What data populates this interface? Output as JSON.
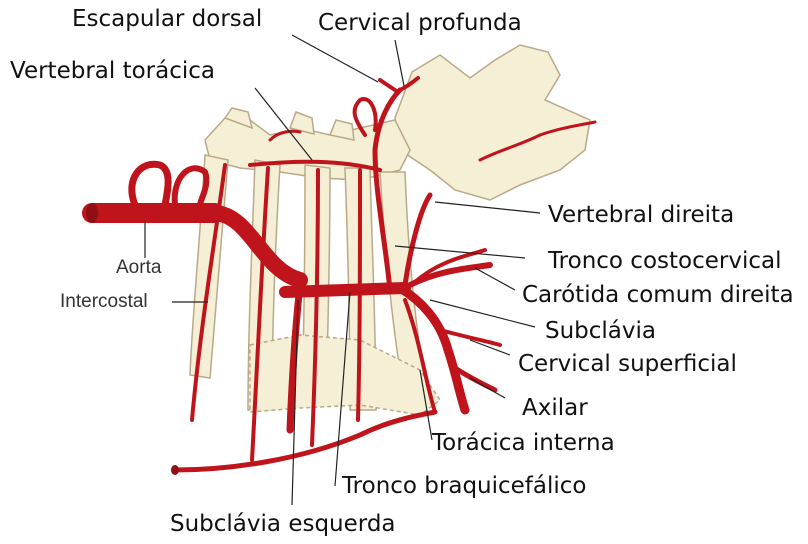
{
  "colors": {
    "artery": "#c0141c",
    "artery_dark": "#8e0f15",
    "bone": "#f5efd6",
    "bone_outline": "#b9a98a",
    "leader": "#222222"
  },
  "labels": {
    "escapular_dorsal": "Escapular dorsal",
    "cervical_profunda": "Cervical profunda",
    "vertebral_toracica": "Vertebral torácica",
    "vertebral_direita": "Vertebral direita",
    "tronco_costocervical": "Tronco costocervical",
    "carotida_comum_direita": "Carótida comum direita",
    "subclavia": "Subclávia",
    "cervical_superficial": "Cervical superficial",
    "axilar": "Axilar",
    "toracica_interna": "Torácica interna",
    "tronco_braquicefalico": "Tronco braquicefálico",
    "subclavia_esquerda": "Subclávia esquerda",
    "aorta": "Aorta",
    "intercostal": "Intercostal"
  }
}
